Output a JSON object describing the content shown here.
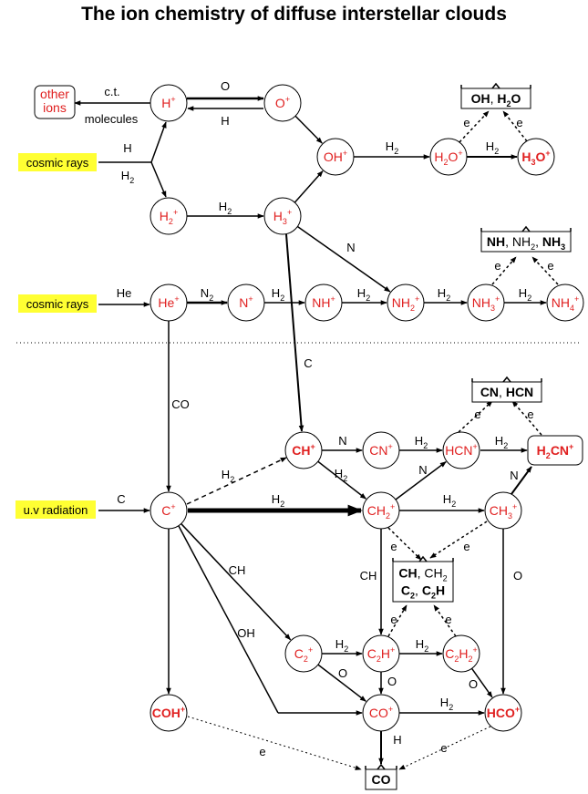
{
  "title": "The ion chemistry of diffuse interstellar clouds",
  "colors": {
    "ion": "#e02020",
    "highlight": "#ffff33",
    "line": "#000000"
  },
  "sources": [
    {
      "id": "cr1",
      "label": "cosmic rays"
    },
    {
      "id": "cr2",
      "label": "cosmic rays"
    },
    {
      "id": "uv",
      "label": "u.v radiation"
    }
  ],
  "box_other": [
    "other",
    "ions"
  ],
  "nodes": [
    {
      "id": "Hp",
      "parts": [
        [
          "H",
          ""
        ],
        [
          "+",
          "sup"
        ]
      ]
    },
    {
      "id": "Op",
      "parts": [
        [
          "O",
          ""
        ],
        [
          "+",
          "sup"
        ]
      ]
    },
    {
      "id": "OHp",
      "parts": [
        [
          "OH",
          ""
        ],
        [
          "+",
          "sup"
        ]
      ]
    },
    {
      "id": "H2Op",
      "parts": [
        [
          "H",
          ""
        ],
        [
          "2",
          "sub"
        ],
        [
          "O",
          ""
        ],
        [
          "+",
          "sup"
        ]
      ]
    },
    {
      "id": "H3Op",
      "bold": true,
      "parts": [
        [
          "H",
          ""
        ],
        [
          "3",
          "sub"
        ],
        [
          "O",
          ""
        ],
        [
          "+",
          "sup"
        ]
      ]
    },
    {
      "id": "H2p",
      "parts": [
        [
          "H",
          ""
        ],
        [
          "2",
          "sub"
        ],
        [
          "+",
          "sup"
        ]
      ]
    },
    {
      "id": "H3p",
      "parts": [
        [
          "H",
          ""
        ],
        [
          "3",
          "sub"
        ],
        [
          "+",
          "sup"
        ]
      ]
    },
    {
      "id": "Hep",
      "parts": [
        [
          "He",
          ""
        ],
        [
          "+",
          "sup"
        ]
      ]
    },
    {
      "id": "Np",
      "parts": [
        [
          "N",
          ""
        ],
        [
          "+",
          "sup"
        ]
      ]
    },
    {
      "id": "NHp",
      "parts": [
        [
          "NH",
          ""
        ],
        [
          "+",
          "sup"
        ]
      ]
    },
    {
      "id": "NH2p",
      "parts": [
        [
          "NH",
          ""
        ],
        [
          "2",
          "sub"
        ],
        [
          "+",
          "sup"
        ]
      ]
    },
    {
      "id": "NH3p",
      "parts": [
        [
          "NH",
          ""
        ],
        [
          "3",
          "sub"
        ],
        [
          "+",
          "sup"
        ]
      ]
    },
    {
      "id": "NH4p",
      "parts": [
        [
          "NH",
          ""
        ],
        [
          "4",
          "sub"
        ],
        [
          "+",
          "sup"
        ]
      ]
    },
    {
      "id": "CHp",
      "bold": true,
      "parts": [
        [
          "CH",
          ""
        ],
        [
          "+",
          "sup"
        ]
      ]
    },
    {
      "id": "CNp",
      "parts": [
        [
          "CN",
          ""
        ],
        [
          "+",
          "sup"
        ]
      ]
    },
    {
      "id": "HCNp",
      "parts": [
        [
          "HCN",
          ""
        ],
        [
          "+",
          "sup"
        ]
      ]
    },
    {
      "id": "H2CNp",
      "bold": true,
      "parts": [
        [
          "H",
          ""
        ],
        [
          "2",
          "sub"
        ],
        [
          "CN",
          ""
        ],
        [
          "+",
          "sup"
        ]
      ]
    },
    {
      "id": "Cp",
      "parts": [
        [
          "C",
          ""
        ],
        [
          "+",
          "sup"
        ]
      ]
    },
    {
      "id": "CH2p",
      "parts": [
        [
          "CH",
          ""
        ],
        [
          "2",
          "sub"
        ],
        [
          "+",
          "sup"
        ]
      ]
    },
    {
      "id": "CH3p",
      "parts": [
        [
          "CH",
          ""
        ],
        [
          "3",
          "sub"
        ],
        [
          "+",
          "sup"
        ]
      ]
    },
    {
      "id": "C2p",
      "parts": [
        [
          "C",
          ""
        ],
        [
          "2",
          "sub"
        ],
        [
          "+",
          "sup"
        ]
      ]
    },
    {
      "id": "C2Hp",
      "parts": [
        [
          "C",
          ""
        ],
        [
          "2",
          "sub"
        ],
        [
          "H",
          ""
        ],
        [
          "+",
          "sup"
        ]
      ]
    },
    {
      "id": "C2H2p",
      "parts": [
        [
          "C",
          ""
        ],
        [
          "2",
          "sub"
        ],
        [
          "H",
          ""
        ],
        [
          "2",
          "sub"
        ],
        [
          "+",
          "sup"
        ]
      ]
    },
    {
      "id": "COHp",
      "bold": true,
      "parts": [
        [
          "COH",
          ""
        ],
        [
          "+",
          "sup"
        ]
      ]
    },
    {
      "id": "COp",
      "parts": [
        [
          "CO",
          ""
        ],
        [
          "+",
          "sup"
        ]
      ]
    },
    {
      "id": "HCOp",
      "bold": true,
      "parts": [
        [
          "HCO",
          ""
        ],
        [
          "+",
          "sup"
        ]
      ]
    }
  ],
  "products": [
    {
      "id": "OH_H2O",
      "lines": [
        [
          [
            "OH",
            "b"
          ],
          [
            ", ",
            ""
          ],
          [
            "H",
            "b"
          ],
          [
            "2",
            "bsub"
          ],
          [
            "O",
            "b"
          ]
        ]
      ]
    },
    {
      "id": "NH_set",
      "lines": [
        [
          [
            "NH",
            "b"
          ],
          [
            ", NH",
            ""
          ],
          [
            "2",
            "sub"
          ],
          [
            ", ",
            ""
          ],
          [
            "NH",
            "b"
          ],
          [
            "3",
            "bsub"
          ]
        ]
      ]
    },
    {
      "id": "CN_HCN",
      "lines": [
        [
          [
            "CN",
            "b"
          ],
          [
            ", ",
            ""
          ],
          [
            "HCN",
            "b"
          ]
        ]
      ]
    },
    {
      "id": "CH_set",
      "lines": [
        [
          [
            "CH",
            "b"
          ],
          [
            ", CH",
            ""
          ],
          [
            "2",
            "sub"
          ]
        ],
        [
          [
            "C",
            "b"
          ],
          [
            "2",
            "bsub"
          ],
          [
            ", ",
            ""
          ],
          [
            "C",
            "b"
          ],
          [
            "2",
            "bsub"
          ],
          [
            "H",
            "b"
          ]
        ]
      ]
    },
    {
      "id": "CO",
      "lines": [
        [
          [
            "CO",
            "b"
          ]
        ]
      ]
    }
  ],
  "edge_labels": [
    {
      "id": "ct",
      "parts": [
        [
          "c.t.",
          ""
        ]
      ]
    },
    {
      "id": "molecules",
      "parts": [
        [
          "molecules",
          ""
        ]
      ]
    },
    {
      "id": "O_top",
      "parts": [
        [
          "O",
          ""
        ]
      ]
    },
    {
      "id": "H_top",
      "parts": [
        [
          "H",
          ""
        ]
      ]
    },
    {
      "id": "H_cr",
      "parts": [
        [
          "H",
          ""
        ]
      ]
    },
    {
      "id": "H2_cr",
      "parts": [
        [
          "H",
          ""
        ],
        [
          "2",
          "sub"
        ]
      ]
    },
    {
      "id": "H2_oh",
      "parts": [
        [
          "H",
          ""
        ],
        [
          "2",
          "sub"
        ]
      ]
    },
    {
      "id": "H2_h2o",
      "parts": [
        [
          "H",
          ""
        ],
        [
          "2",
          "sub"
        ]
      ]
    },
    {
      "id": "H2_h2p",
      "parts": [
        [
          "H",
          ""
        ],
        [
          "2",
          "sub"
        ]
      ]
    },
    {
      "id": "e_oh1",
      "parts": [
        [
          "e",
          ""
        ]
      ]
    },
    {
      "id": "e_oh2",
      "parts": [
        [
          "e",
          ""
        ]
      ]
    },
    {
      "id": "N_h3",
      "parts": [
        [
          "N",
          ""
        ]
      ]
    },
    {
      "id": "He_cr",
      "parts": [
        [
          "He",
          ""
        ]
      ]
    },
    {
      "id": "N2_he",
      "parts": [
        [
          "N",
          ""
        ],
        [
          "2",
          "sub"
        ]
      ]
    },
    {
      "id": "H2_np",
      "parts": [
        [
          "H",
          ""
        ],
        [
          "2",
          "sub"
        ]
      ]
    },
    {
      "id": "H2_nhp",
      "parts": [
        [
          "H",
          ""
        ],
        [
          "2",
          "sub"
        ]
      ]
    },
    {
      "id": "H2_nh2",
      "parts": [
        [
          "H",
          ""
        ],
        [
          "2",
          "sub"
        ]
      ]
    },
    {
      "id": "H2_nh3",
      "parts": [
        [
          "H",
          ""
        ],
        [
          "2",
          "sub"
        ]
      ]
    },
    {
      "id": "e_nh1",
      "parts": [
        [
          "e",
          ""
        ]
      ]
    },
    {
      "id": "e_nh2",
      "parts": [
        [
          "e",
          ""
        ]
      ]
    },
    {
      "id": "C_h3",
      "parts": [
        [
          "C",
          ""
        ]
      ]
    },
    {
      "id": "CO_he",
      "parts": [
        [
          "CO",
          ""
        ]
      ]
    },
    {
      "id": "N_ch",
      "parts": [
        [
          "N",
          ""
        ]
      ]
    },
    {
      "id": "H2_cn",
      "parts": [
        [
          "H",
          ""
        ],
        [
          "2",
          "sub"
        ]
      ]
    },
    {
      "id": "H2_hcn",
      "parts": [
        [
          "H",
          ""
        ],
        [
          "2",
          "sub"
        ]
      ]
    },
    {
      "id": "e_cn1",
      "parts": [
        [
          "e",
          ""
        ]
      ]
    },
    {
      "id": "e_cn2",
      "parts": [
        [
          "e",
          ""
        ]
      ]
    },
    {
      "id": "H2_cp_ch",
      "parts": [
        [
          "H",
          ""
        ],
        [
          "2",
          "sub"
        ]
      ]
    },
    {
      "id": "H2_ch_ch2",
      "parts": [
        [
          "H",
          ""
        ],
        [
          "2",
          "sub"
        ]
      ]
    },
    {
      "id": "N_ch2",
      "parts": [
        [
          "N",
          ""
        ]
      ]
    },
    {
      "id": "N_ch3",
      "parts": [
        [
          "N",
          ""
        ]
      ]
    },
    {
      "id": "C_uv",
      "parts": [
        [
          "C",
          ""
        ]
      ]
    },
    {
      "id": "H2_main",
      "parts": [
        [
          "H",
          ""
        ],
        [
          "2",
          "sub"
        ]
      ]
    },
    {
      "id": "H2_ch2",
      "parts": [
        [
          "H",
          ""
        ],
        [
          "2",
          "sub"
        ]
      ]
    },
    {
      "id": "e_ch2",
      "parts": [
        [
          "e",
          ""
        ]
      ]
    },
    {
      "id": "e_ch3",
      "parts": [
        [
          "e",
          ""
        ]
      ]
    },
    {
      "id": "CH_lbl",
      "parts": [
        [
          "CH",
          ""
        ]
      ]
    },
    {
      "id": "CH_lbl2",
      "parts": [
        [
          "CH",
          ""
        ]
      ]
    },
    {
      "id": "O_ch3",
      "parts": [
        [
          "O",
          ""
        ]
      ]
    },
    {
      "id": "OH_lbl",
      "parts": [
        [
          "OH",
          ""
        ]
      ]
    },
    {
      "id": "H2_c2",
      "parts": [
        [
          "H",
          ""
        ],
        [
          "2",
          "sub"
        ]
      ]
    },
    {
      "id": "H2_c2h",
      "parts": [
        [
          "H",
          ""
        ],
        [
          "2",
          "sub"
        ]
      ]
    },
    {
      "id": "e_c2h",
      "parts": [
        [
          "e",
          ""
        ]
      ]
    },
    {
      "id": "e_c2h2",
      "parts": [
        [
          "e",
          ""
        ]
      ]
    },
    {
      "id": "O_c2",
      "parts": [
        [
          "O",
          ""
        ]
      ]
    },
    {
      "id": "O_c2h",
      "parts": [
        [
          "O",
          ""
        ]
      ]
    },
    {
      "id": "O_c2h2",
      "parts": [
        [
          "O",
          ""
        ]
      ]
    },
    {
      "id": "H2_co",
      "parts": [
        [
          "H",
          ""
        ],
        [
          "2",
          "sub"
        ]
      ]
    },
    {
      "id": "H_co",
      "parts": [
        [
          "H",
          ""
        ]
      ]
    },
    {
      "id": "e_coh",
      "parts": [
        [
          "e",
          ""
        ]
      ]
    },
    {
      "id": "e_hco",
      "parts": [
        [
          "e",
          ""
        ]
      ]
    }
  ]
}
